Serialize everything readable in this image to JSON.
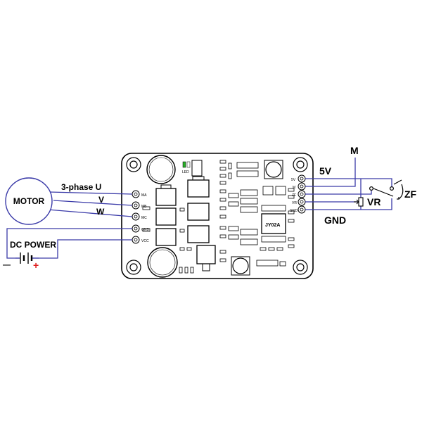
{
  "labels": {
    "motor": "MOTOR",
    "phase_u": "3-phase  U",
    "phase_v": "V",
    "phase_w": "W",
    "dc_power": "DC POWER",
    "minus": "—",
    "plus": "+",
    "m": "M",
    "five_v": "5V",
    "vr": "VR",
    "zf": "ZF",
    "gnd": "GND",
    "led": "LED",
    "chip": "JY02A"
  },
  "left_pins": [
    "MA",
    "MB",
    "MC",
    "GND",
    "VCC"
  ],
  "right_pins": [
    "5V",
    "M",
    "ZF",
    "VR",
    "GND"
  ],
  "colors": {
    "wire": "#3a3aa8",
    "board_outline": "#000000",
    "led_green": "#28b028",
    "plus_red": "#e02020"
  }
}
